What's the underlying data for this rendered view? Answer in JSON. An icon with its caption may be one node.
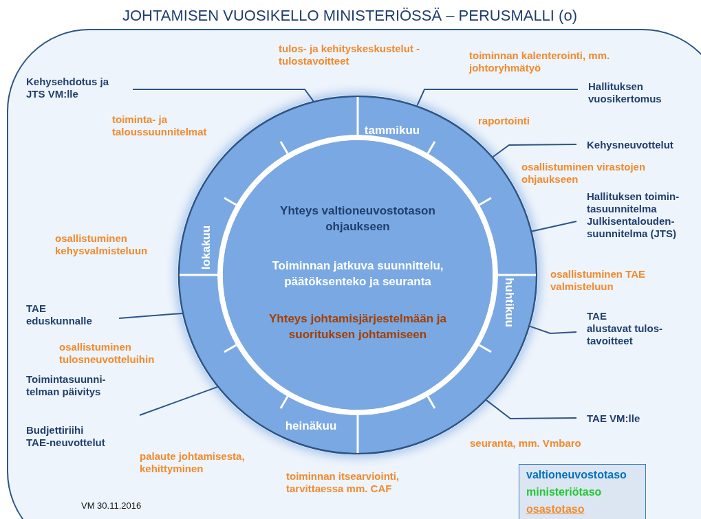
{
  "diagram": {
    "title": "JOHTAMISEN VUOSIKELLO MINISTERIÖSSÄ – PERUSMALLI (o)",
    "nodes": [
      {
        "text": [
          "tammikuu",
          "huhtikuu",
          "heinäkuu",
          "lokakuu"
        ]
      },
      {
        "text": [
          "Yhteys valtioneuvostotason ohjaukseen",
          "Toiminnan jatkuva suunnittelu, päätöksenteko ja seuranta",
          "Yhteys johtamisjärjestelmään ja suorituksen johtamiseen"
        ],
        "in": 0
      },
      {
        "text": [
          "Kehysehdotus ja JTS VM:lle"
        ]
      },
      {
        "text": [
          "Hallituksen vuosikertomus"
        ]
      },
      {
        "text": [
          "Kehysneuvottelut"
        ]
      },
      {
        "text": [
          "Hallituksen toimin- tasuunnitelma",
          "Julkisentalouden- suunnitelma (JTS)"
        ]
      },
      {
        "text": [
          "TAE",
          "eduskunnalle"
        ]
      },
      {
        "text": [
          "TAE",
          "alustavat tulos- tavoitteet"
        ]
      },
      {
        "text": [
          "Budjettiriihi",
          "TAE-neuvottelut"
        ]
      },
      {
        "text": [
          "TAE VM:lle"
        ]
      }
    ],
    "edges": [
      {
        "from": 2,
        "to": 0,
        "arrow": "none"
      },
      {
        "from": 3,
        "to": 0,
        "arrow": "none"
      },
      {
        "from": 4,
        "to": 0,
        "arrow": "none"
      },
      {
        "from": 5,
        "to": 0,
        "arrow": "none"
      },
      {
        "from": 6,
        "to": 0,
        "arrow": "none"
      },
      {
        "from": 7,
        "to": 0,
        "arrow": "none"
      },
      {
        "from": 8,
        "to": 0,
        "arrow": "none"
      },
      {
        "from": 9,
        "to": 0,
        "arrow": "none"
      }
    ],
    "labels": [
      "tulos- ja kehityskeskustelut - tulostavoitteet",
      "toiminnan kalenterointi, mm. johtoryhmätyö",
      "toiminta- ja taloussuunnitelmat",
      "raportointi",
      "osallistuminen virastojen ohjaukseen",
      "osallistuminen kehysvalmisteluun",
      "osallistuminen TAE valmisteluun",
      "osallistuminen tulosneuvotteluihin",
      "Toimintasuunni- telman päivitys",
      "seuranta, mm. Vmbaro",
      "palaute johtamisesta, kehittyminen",
      "toiminnan itsearviointi, tarvittaessa mm. CAF",
      "VM 30.11.2016"
    ],
    "legend": [
      {
        "text": "valtioneuvostotaso",
        "color": "#0070c0"
      },
      {
        "text": "ministeriötaso",
        "color": "#22c832"
      },
      {
        "text": "osastotaso",
        "color": "#f28a2e"
      }
    ]
  }
}
